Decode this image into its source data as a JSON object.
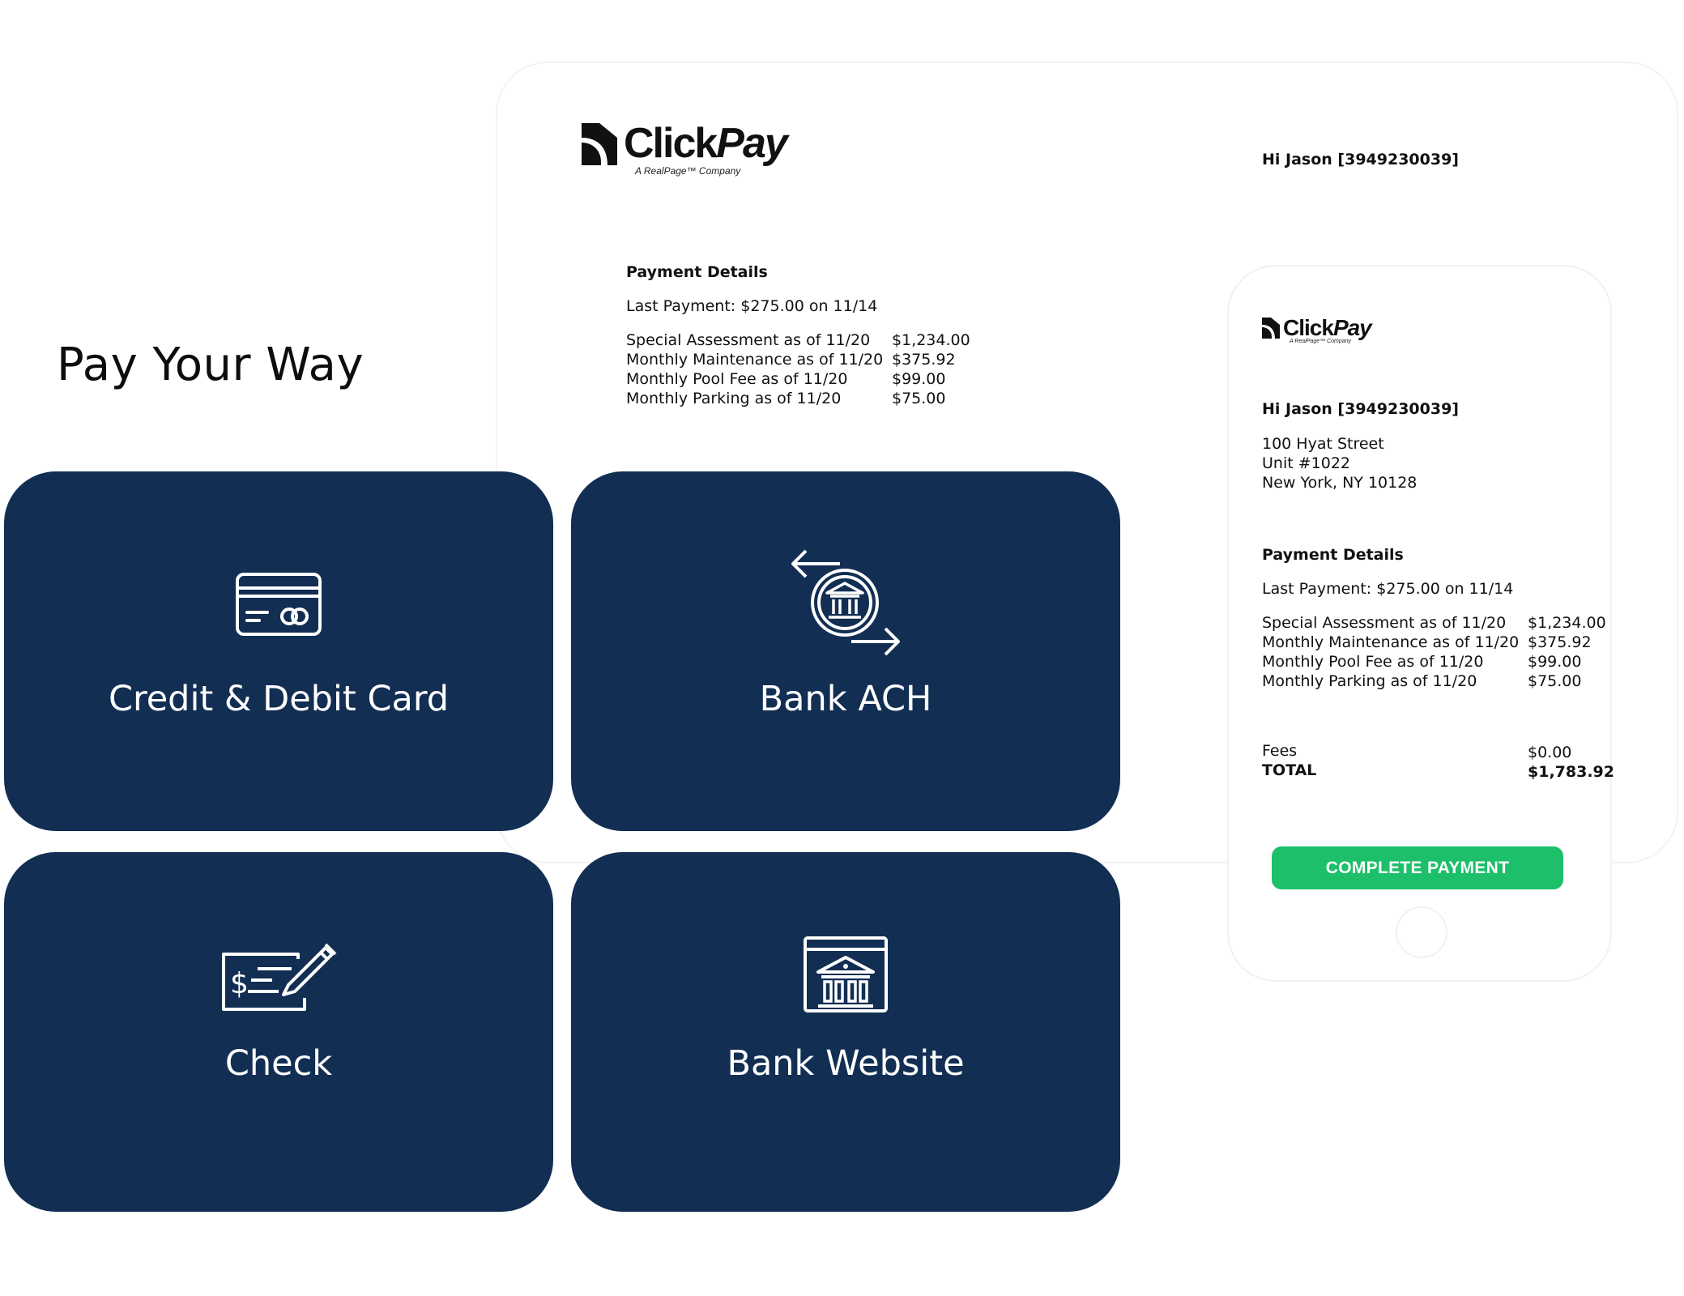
{
  "page": {
    "title": "Pay Your Way"
  },
  "logo": {
    "wordmark_a": "Click",
    "wordmark_b": "Pay",
    "tagline": "A RealPage™ Company"
  },
  "desktop": {
    "greeting": "Hi Jason [3949230039]",
    "payment_details_title": "Payment Details",
    "last_payment": "Last Payment: $275.00 on 11/14",
    "items": [
      {
        "label": "Special Assessment as of 11/20",
        "amount": "$1,234.00"
      },
      {
        "label": "Monthly Maintenance as of 11/20",
        "amount": "$375.92"
      },
      {
        "label": "Monthly Pool Fee as of 11/20",
        "amount": "$99.00"
      },
      {
        "label": "Monthly Parking as of 11/20",
        "amount": "$75.00"
      }
    ]
  },
  "phone": {
    "greeting": "Hi Jason [3949230039]",
    "address": [
      "100 Hyat Street",
      "Unit #1022",
      "New York, NY 10128"
    ],
    "payment_details_title": "Payment Details",
    "last_payment": "Last Payment: $275.00 on 11/14",
    "items": [
      {
        "label": "Special Assessment as of 11/20",
        "amount": "$1,234.00"
      },
      {
        "label": "Monthly Maintenance as of 11/20",
        "amount": "$375.92"
      },
      {
        "label": "Monthly Pool Fee as of 11/20",
        "amount": "$99.00"
      },
      {
        "label": "Monthly Parking as of 11/20",
        "amount": "$75.00"
      }
    ],
    "fees_label": "Fees",
    "fees_amount": "$0.00",
    "total_label": "TOTAL",
    "total_amount": "$1,783.92",
    "button_label": "COMPLETE PAYMENT"
  },
  "methods": [
    {
      "label": "Credit & Debit Card",
      "icon": "credit-card-icon"
    },
    {
      "label": "Bank ACH",
      "icon": "bank-transfer-icon"
    },
    {
      "label": "Check",
      "icon": "check-icon"
    },
    {
      "label": "Bank Website",
      "icon": "bank-website-icon"
    }
  ],
  "colors": {
    "card_bg": "#122e53",
    "button_green": "#1dbf6a",
    "text": "#111111"
  }
}
